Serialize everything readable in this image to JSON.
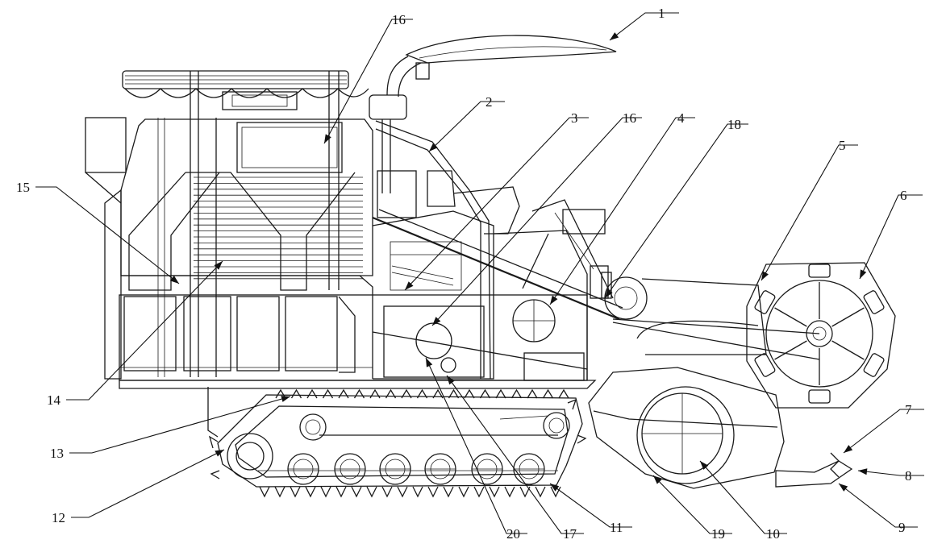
{
  "callouts": [
    {
      "id": "1",
      "text": "1"
    },
    {
      "id": "2",
      "text": "2"
    },
    {
      "id": "3",
      "text": "3"
    },
    {
      "id": "4",
      "text": "4"
    },
    {
      "id": "5",
      "text": "5"
    },
    {
      "id": "6",
      "text": "6"
    },
    {
      "id": "7",
      "text": "7"
    },
    {
      "id": "8",
      "text": "8"
    },
    {
      "id": "9",
      "text": "9"
    },
    {
      "id": "10",
      "text": "10"
    },
    {
      "id": "11",
      "text": "11"
    },
    {
      "id": "12",
      "text": "12"
    },
    {
      "id": "13",
      "text": "13"
    },
    {
      "id": "14",
      "text": "14"
    },
    {
      "id": "15",
      "text": "15"
    },
    {
      "id": "16a",
      "text": "16"
    },
    {
      "id": "16b",
      "text": "16"
    },
    {
      "id": "17",
      "text": "17"
    },
    {
      "id": "18",
      "text": "18"
    },
    {
      "id": "19",
      "text": "19"
    },
    {
      "id": "20",
      "text": "20"
    }
  ]
}
